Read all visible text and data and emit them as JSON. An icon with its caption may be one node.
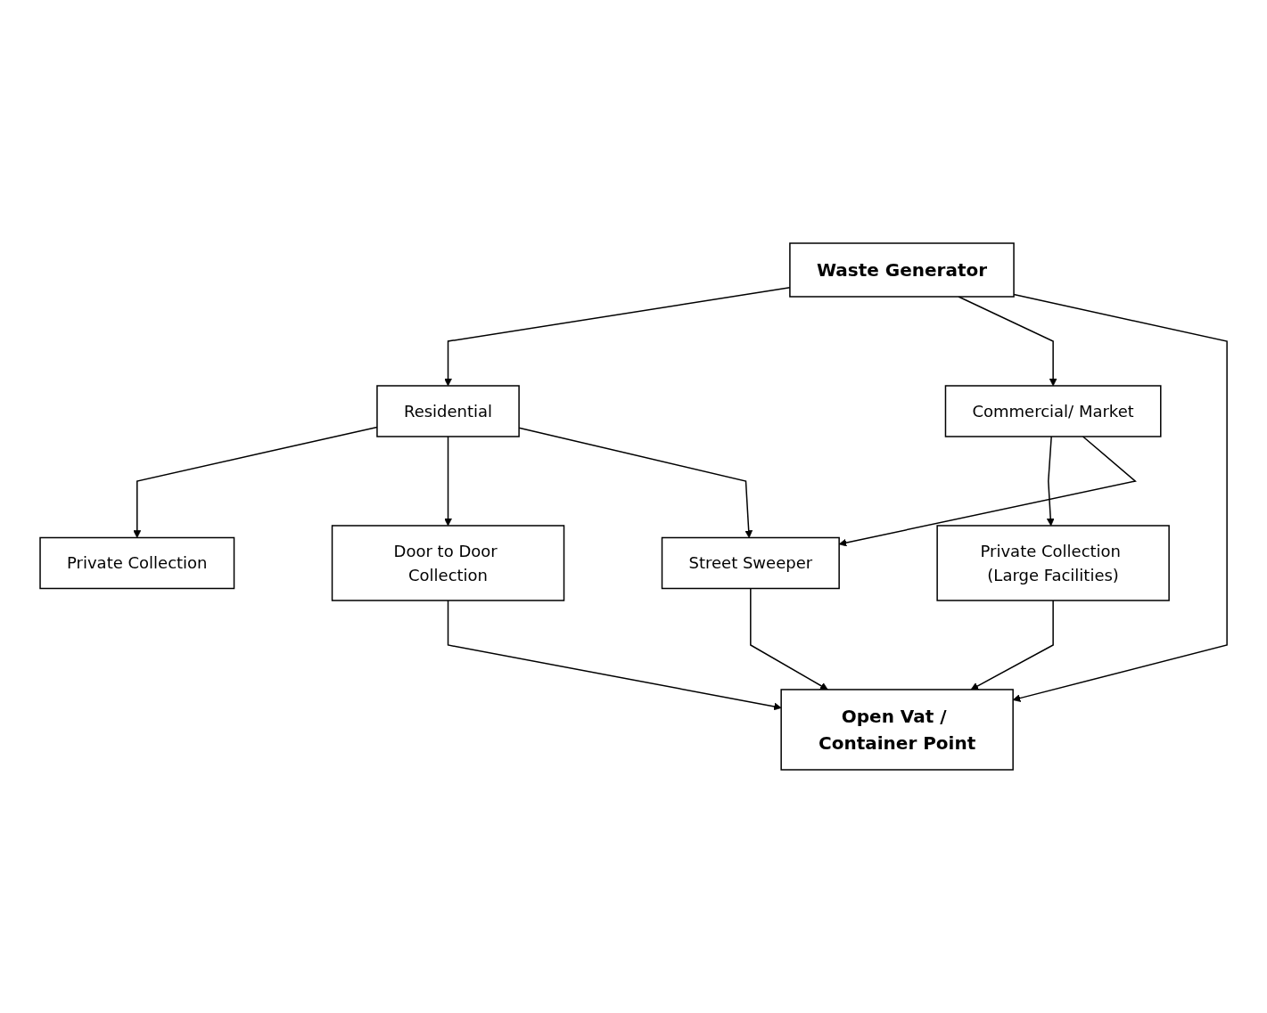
{
  "diagram": {
    "nodes": [
      {
        "text": [
          "Waste Generator"
        ]
      },
      {
        "text": [
          "Private Collection"
        ]
      },
      {
        "text": [
          "Residential"
        ]
      },
      {
        "text": [
          "Commercial/ Market"
        ]
      },
      {
        "text": [
          "Private Collection (Large Facilities)"
        ]
      },
      {
        "text": [
          "Door to Door Collection"
        ]
      },
      {
        "text": [
          "Street Sweeper"
        ]
      },
      {
        "text": [
          "Open Vat / Container Point"
        ]
      }
    ],
    "edges": [
      {
        "from": 0,
        "to": 2,
        "arrow": "to"
      },
      {
        "from": 0,
        "to": 3,
        "arrow": "to"
      },
      {
        "from": 0,
        "to": 7,
        "arrow": "to"
      },
      {
        "from": 2,
        "to": 1,
        "arrow": "to"
      },
      {
        "from": 2,
        "to": 5,
        "arrow": "to"
      },
      {
        "from": 2,
        "to": 6,
        "arrow": "to"
      },
      {
        "from": 3,
        "to": 4,
        "arrow": "to"
      },
      {
        "from": 3,
        "to": 6,
        "arrow": "to"
      },
      {
        "from": 4,
        "to": 7,
        "arrow": "to"
      },
      {
        "from": 5,
        "to": 7,
        "arrow": "to"
      },
      {
        "from": 6,
        "to": 7,
        "arrow": "to"
      }
    ]
  }
}
